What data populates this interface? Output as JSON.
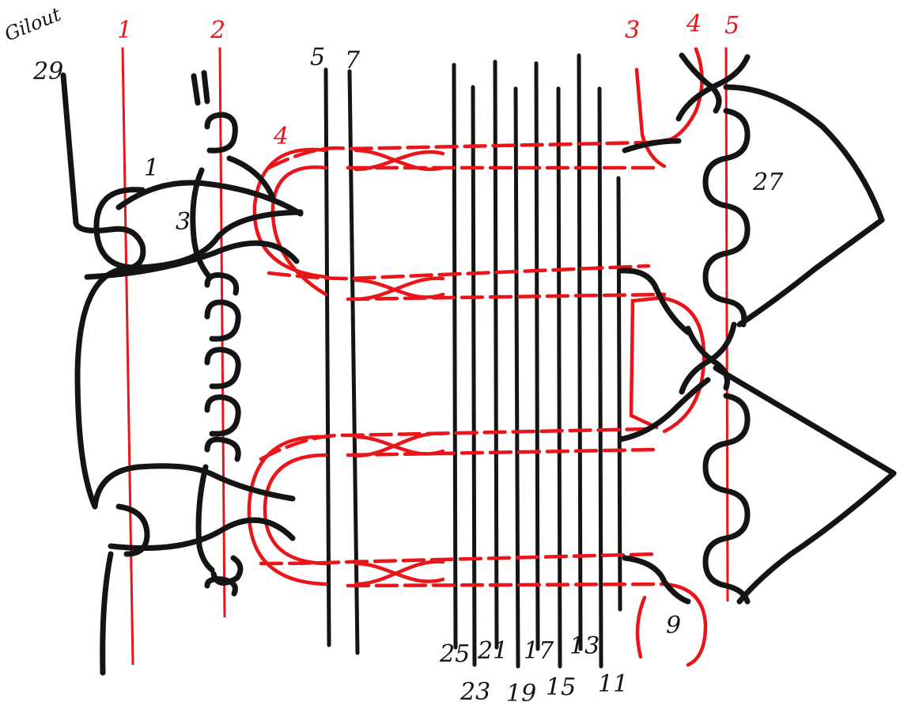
{
  "signature": "Gilout",
  "colors": {
    "red": "#e8161b",
    "black": "#141414",
    "paper": "#ffffff"
  },
  "labels": {
    "red_top": [
      "1",
      "2",
      "3",
      "4",
      "5"
    ],
    "red_side": "4",
    "black_top": [
      "29",
      "5",
      "7"
    ],
    "black_left": [
      "1",
      "3"
    ],
    "black_right": [
      "27",
      "9"
    ],
    "bottom_upper": [
      "25",
      "21",
      "17",
      "13"
    ],
    "bottom_lower": [
      "23",
      "19",
      "15",
      "11"
    ]
  }
}
